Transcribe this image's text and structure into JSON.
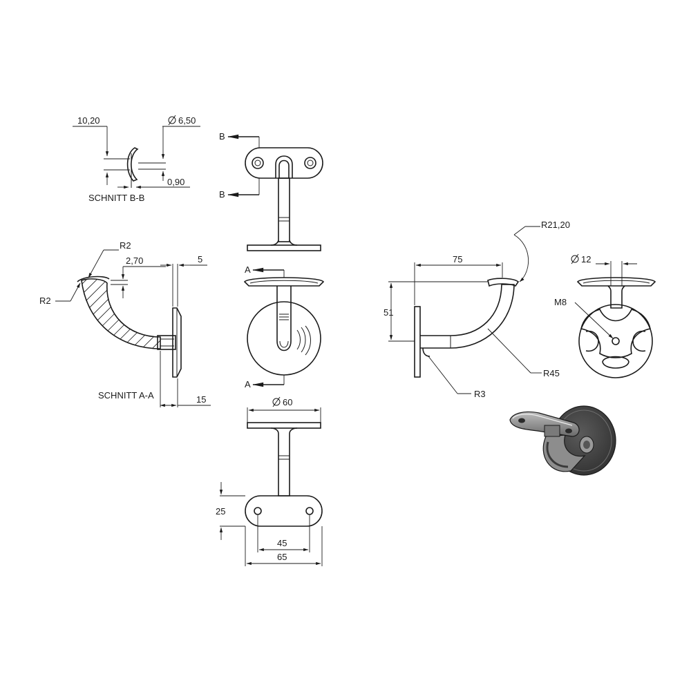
{
  "section_bb": {
    "title": "SCHNITT B-B",
    "dim_width": "10,20",
    "dim_diameter": "6,50",
    "dim_thickness": "0,90"
  },
  "section_aa": {
    "title": "SCHNITT A-A",
    "dim_radius_top": "R2",
    "dim_radius_left": "R2",
    "dim_depth": "2,70",
    "dim_plate": "5",
    "dim_base": "15"
  },
  "center_views": {
    "label_b_top": "B",
    "label_b_bottom": "B",
    "label_a_top": "A",
    "label_a_bottom": "A",
    "dim_plate_diameter": "60",
    "dim_height": "25",
    "dim_hole_spacing": "45",
    "dim_total_width": "65"
  },
  "side_view": {
    "dim_radius_saddle": "R21,20",
    "dim_reach": "75",
    "dim_height": "51",
    "dim_radius_bend": "R45",
    "dim_radius_root": "R3"
  },
  "front_view": {
    "dim_stem_diameter": "12",
    "dim_thread": "M8"
  }
}
